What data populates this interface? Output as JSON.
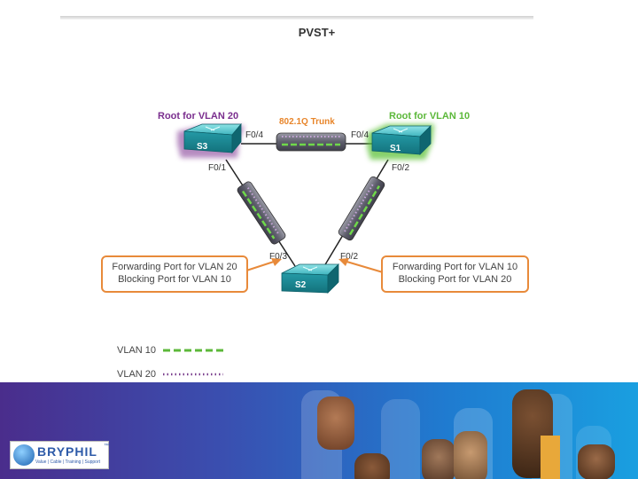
{
  "page": {
    "title": "PVST+"
  },
  "trunk": {
    "label": "802.1Q Trunk"
  },
  "switches": {
    "s1": {
      "label": "S1",
      "root_label": "Root for VLAN 10"
    },
    "s2": {
      "label": "S2"
    },
    "s3": {
      "label": "S3",
      "root_label": "Root for VLAN 20"
    }
  },
  "ports": {
    "s3_f04": "F0/4",
    "s1_f04": "F0/4",
    "s3_f01": "F0/1",
    "s1_f02": "F0/2",
    "s2_f03": "F0/3",
    "s2_f02": "F0/2"
  },
  "callouts": {
    "left": {
      "line1": "Forwarding Port for VLAN 20",
      "line2": "Blocking Port for VLAN 10"
    },
    "right": {
      "line1": "Forwarding Port for VLAN 10",
      "line2": "Blocking Port for VLAN 20"
    }
  },
  "legend": {
    "vlan10": {
      "label": "VLAN 10",
      "style": "green-dashed"
    },
    "vlan20": {
      "label": "VLAN 20",
      "style": "purple-dotted"
    }
  },
  "logo": {
    "name": "BRYPHIL",
    "tagline": "Value | Cable | Training | Support",
    "mark": "™"
  },
  "colors": {
    "switch_teal": "#1f8f9a",
    "root20_glow": "#7a2e8e",
    "root10_glow": "#5ec23a",
    "trunk_label": "#e8852a",
    "vlan10": "#5cb83a",
    "vlan20": "#7a3f8e",
    "callout_border": "#e88a3a"
  }
}
